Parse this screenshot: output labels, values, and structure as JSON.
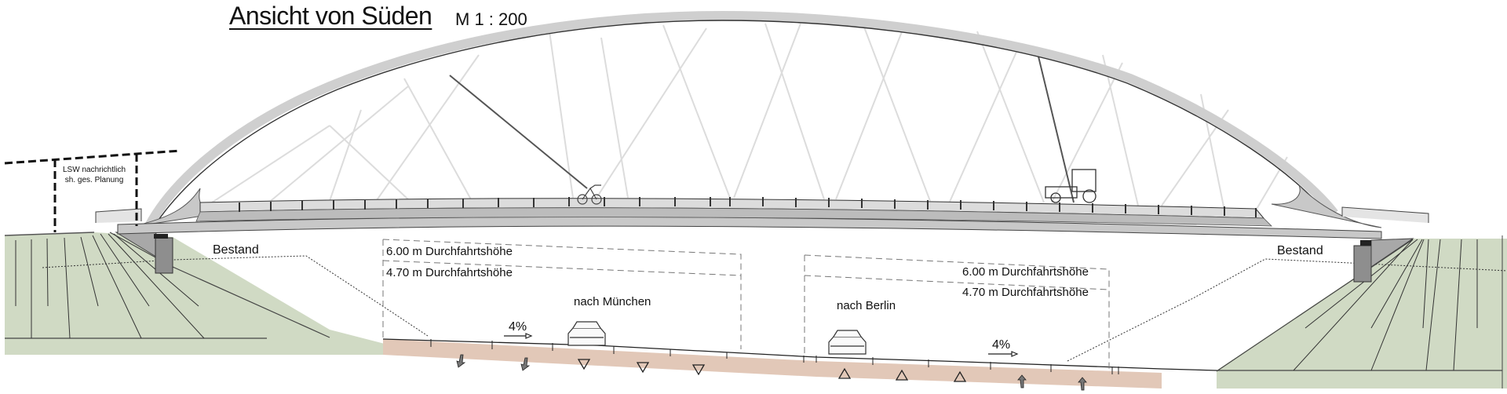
{
  "drawing": {
    "title": "Ansicht von Süden",
    "scale": "M 1 : 200",
    "colors": {
      "embankment": "#d0dac4",
      "road_layer": "#e2c8b8",
      "arch": "#cfcfcf",
      "deck": "#c8c8c8",
      "hangers": "#dddddd",
      "abutment": "#8e8e8e",
      "line": "#222222"
    }
  },
  "annotations": {
    "noise_barrier_note_line1": "LSW nachrichtlich",
    "noise_barrier_note_line2": "sh. ges. Planung",
    "existing_left": "Bestand",
    "existing_right": "Bestand",
    "clearance_left_upper": "6.00 m Durchfahrtshöhe",
    "clearance_left_lower": "4.70 m Durchfahrtshöhe",
    "clearance_right_upper": "6.00 m Durchfahrtshöhe",
    "clearance_right_lower": "4.70 m Durchfahrtshöhe",
    "direction_left": "nach München",
    "direction_right": "nach Berlin",
    "slope_left": "4%",
    "slope_right": "4%"
  }
}
